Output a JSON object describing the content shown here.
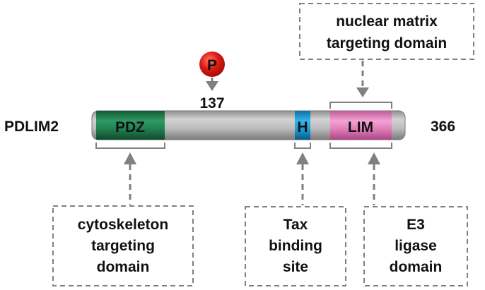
{
  "protein": {
    "name": "PDLIM2",
    "end_position": "366"
  },
  "phosphorylation": {
    "symbol": "P",
    "position": "137"
  },
  "domains": {
    "pdz": {
      "label": "PDZ",
      "color": "#1f7a4a"
    },
    "h": {
      "label": "H",
      "color": "#1a9ad6"
    },
    "lim": {
      "label": "LIM",
      "color": "#e07ab8"
    }
  },
  "annotations": {
    "nuclear_matrix": {
      "lines": [
        "nuclear matrix",
        "targeting domain"
      ]
    },
    "cytoskeleton": {
      "lines": [
        "cytoskeleton",
        "targeting",
        "domain"
      ]
    },
    "tax_binding": {
      "lines": [
        "Tax",
        "binding",
        "site"
      ]
    },
    "e3_ligase": {
      "lines": [
        "E3",
        "ligase",
        "domain"
      ]
    }
  },
  "colors": {
    "backbone": "#b4b4b4",
    "phospho_circle": "#dd1111",
    "connector": "#808080"
  }
}
